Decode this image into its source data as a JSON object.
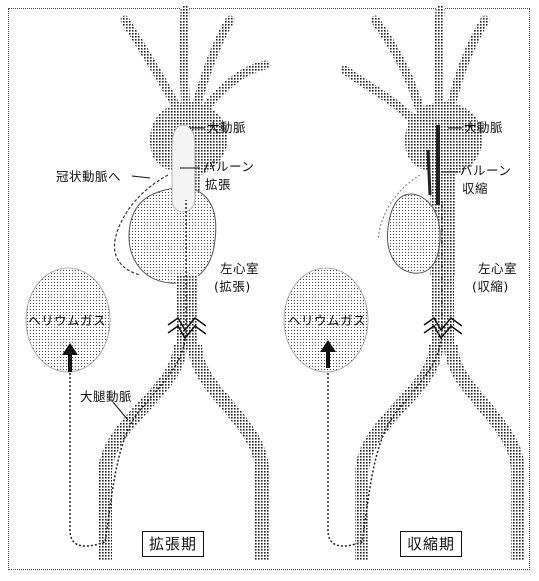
{
  "panels": [
    {
      "caption": "拡張期",
      "labels": {
        "aorta": "大動脈",
        "coronary": "冠状動脈へ",
        "balloon_1": "バルーン",
        "balloon_2": "拡張",
        "ventricle_1": "左心室",
        "ventricle_2": "(拡張)",
        "helium": "ヘリウムガス",
        "femoral": "大腿動脈"
      }
    },
    {
      "caption": "収縮期",
      "labels": {
        "aorta": "大動脈",
        "balloon_1": "バルーン",
        "balloon_2": "収縮",
        "ventricle_1": "左心室",
        "ventricle_2": "(収縮)",
        "helium": "ヘリウムガス"
      }
    }
  ]
}
